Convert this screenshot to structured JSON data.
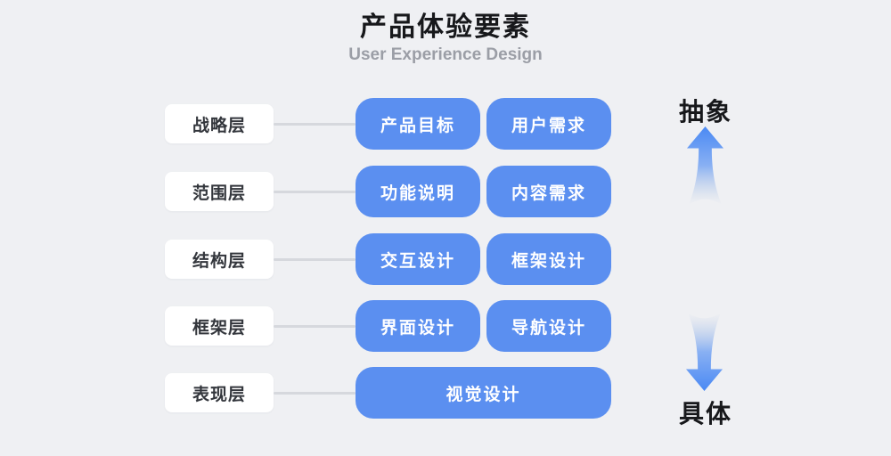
{
  "header": {
    "title": "产品体验要素",
    "subtitle": "User Experience Design"
  },
  "diagram": {
    "rows": [
      {
        "layer": "战略层",
        "items": [
          "产品目标",
          "用户需求"
        ]
      },
      {
        "layer": "范围层",
        "items": [
          "功能说明",
          "内容需求"
        ]
      },
      {
        "layer": "结构层",
        "items": [
          "交互设计",
          "框架设计"
        ]
      },
      {
        "layer": "框架层",
        "items": [
          "界面设计",
          "导航设计"
        ]
      },
      {
        "layer": "表现层",
        "items": [
          "视觉设计"
        ]
      }
    ]
  },
  "axis": {
    "top_label": "抽象",
    "bottom_label": "具体"
  },
  "colors": {
    "background": "#eff0f3",
    "card_blue": "#5b8ff0",
    "card_text": "#ffffff",
    "arrow_blue": "#4a89f3",
    "arrow_fade": "#a9bdda",
    "connector_gray": "#d6d8dd",
    "subtitle_gray": "#9b9ea6",
    "label_bg": "#ffffff",
    "label_text": "#33363c",
    "text_dark": "#17181b"
  }
}
